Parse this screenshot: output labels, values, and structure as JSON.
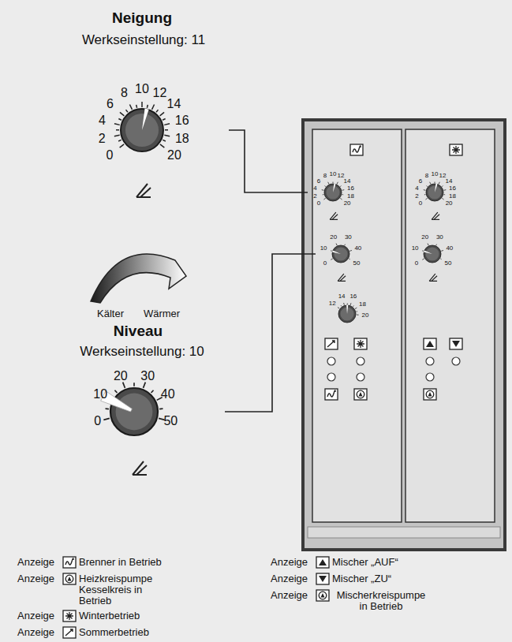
{
  "diagram": {
    "nodes": [
      {
        "text": [
          "Neigung",
          "Werkseinstellung: 11",
          "0",
          "2",
          "4",
          "6",
          "8",
          "10",
          "12",
          "14",
          "16",
          "18",
          "20"
        ]
      },
      {
        "text": [
          "Niveau",
          "Werkseinstellung: 10",
          "0",
          "10",
          "20",
          "30",
          "40",
          "50"
        ]
      },
      {
        "text": [
          "0",
          "2",
          "4",
          "6",
          "8",
          "10",
          "12",
          "14",
          "16",
          "18",
          "20"
        ]
      },
      {
        "text": [
          "0",
          "10",
          "20",
          "30",
          "40",
          "50"
        ]
      },
      {
        "text": [
          "12",
          "14",
          "16",
          "18",
          "20"
        ]
      },
      {
        "text": [
          "0",
          "2",
          "4",
          "6",
          "8",
          "10",
          "12",
          "14",
          "16",
          "18",
          "20"
        ]
      },
      {
        "text": [
          "0",
          "10",
          "20",
          "30",
          "40",
          "50"
        ]
      }
    ],
    "edges": [
      {
        "from": 0,
        "to": 2,
        "arrow": "none"
      },
      {
        "from": 1,
        "to": 3,
        "arrow": "none"
      }
    ],
    "labels": [
      "Kälter",
      "Wärmer",
      "Anzeige",
      "Anzeige",
      "Anzeige",
      "Anzeige",
      "Anzeige",
      "Anzeige",
      "Anzeige"
    ],
    "legend": [
      {
        "text": "Brenner in Betrieb"
      },
      {
        "text": "Heizkreispumpe Kesselkreis in Betrieb"
      },
      {
        "text": "Winterbetrieb"
      },
      {
        "text": "Sommerbetrieb"
      },
      {
        "text": "Mischer „AUF“"
      },
      {
        "text": "Mischer „ZU“"
      },
      {
        "text": "Mischerkreispumpe in Betrieb"
      }
    ]
  }
}
